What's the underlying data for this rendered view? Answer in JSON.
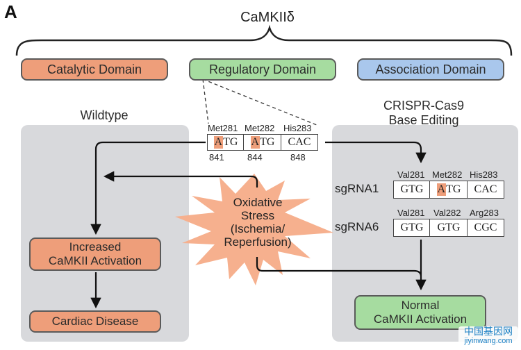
{
  "panel_label": "A",
  "protein": "CaMKIIδ",
  "domains": {
    "catalytic": "Catalytic Domain",
    "regulatory": "Regulatory Domain",
    "association": "Association Domain"
  },
  "wildtype": {
    "title": "Wildtype",
    "increased": "Increased\nCaMKII Activation",
    "disease": "Cardiac Disease"
  },
  "crispr": {
    "title": "CRISPR-Cas9\nBase Editing",
    "normal": "Normal\nCaMKII Activation"
  },
  "stress": "Oxidative\nStress\n(Ischemia/\nReperfusion)",
  "wt_seq": {
    "labels": [
      "Met281",
      "Met282",
      "His283"
    ],
    "codons": [
      {
        "hl": "A",
        "rest": "TG"
      },
      {
        "hl": "A",
        "rest": "TG"
      },
      {
        "hl": "",
        "rest": "CAC"
      }
    ],
    "positions": [
      "841",
      "844",
      "848"
    ]
  },
  "sgrna1": {
    "name": "sgRNA1",
    "labels": [
      "Val281",
      "Met282",
      "His283"
    ],
    "codons": [
      {
        "hl": "",
        "rest": "GTG"
      },
      {
        "hl": "A",
        "rest": "TG"
      },
      {
        "hl": "",
        "rest": "CAC"
      }
    ]
  },
  "sgrna6": {
    "name": "sgRNA6",
    "labels": [
      "Val281",
      "Val282",
      "Arg283"
    ],
    "codons": [
      {
        "hl": "",
        "rest": "GTG"
      },
      {
        "hl": "",
        "rest": "GTG"
      },
      {
        "hl": "",
        "rest": "CGC"
      }
    ]
  },
  "watermark": {
    "line1": "中国基因网",
    "line2": "jiyinwang.com"
  },
  "colors": {
    "orange": "#ee9e7a",
    "green": "#a6dca0",
    "blue": "#a9c7ec",
    "panel": "#d8d9dc",
    "star": "#f6b08e"
  }
}
